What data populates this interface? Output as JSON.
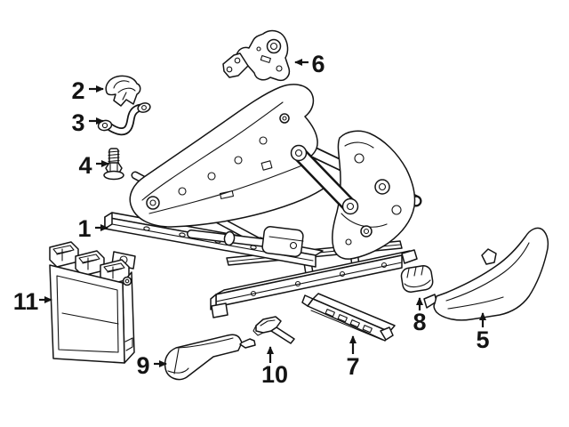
{
  "figure": {
    "type": "exploded-parts-diagram",
    "subject": "power-seat-track-and-adjuster",
    "background_color": "#ffffff",
    "line_color": "#141414",
    "callouts": [
      {
        "label": "1",
        "points_to": "seat-adjuster-track-assembly",
        "arrow": "right"
      },
      {
        "label": "2",
        "points_to": "small-mount-bracket",
        "arrow": "right"
      },
      {
        "label": "3",
        "points_to": "curved-hook-bracket",
        "arrow": "right"
      },
      {
        "label": "4",
        "points_to": "flange-bolt",
        "arrow": "right"
      },
      {
        "label": "5",
        "points_to": "outer-side-shield",
        "arrow": "up"
      },
      {
        "label": "6",
        "points_to": "rear-mount-bracket",
        "arrow": "left"
      },
      {
        "label": "7",
        "points_to": "rail-end-cover",
        "arrow": "up"
      },
      {
        "label": "8",
        "points_to": "switch-knob",
        "arrow": "up"
      },
      {
        "label": "9",
        "points_to": "front-trim-cover",
        "arrow": "right"
      },
      {
        "label": "10",
        "points_to": "small-cover-clip",
        "arrow": "up"
      },
      {
        "label": "11",
        "points_to": "seat-control-module",
        "arrow": "right"
      }
    ]
  }
}
